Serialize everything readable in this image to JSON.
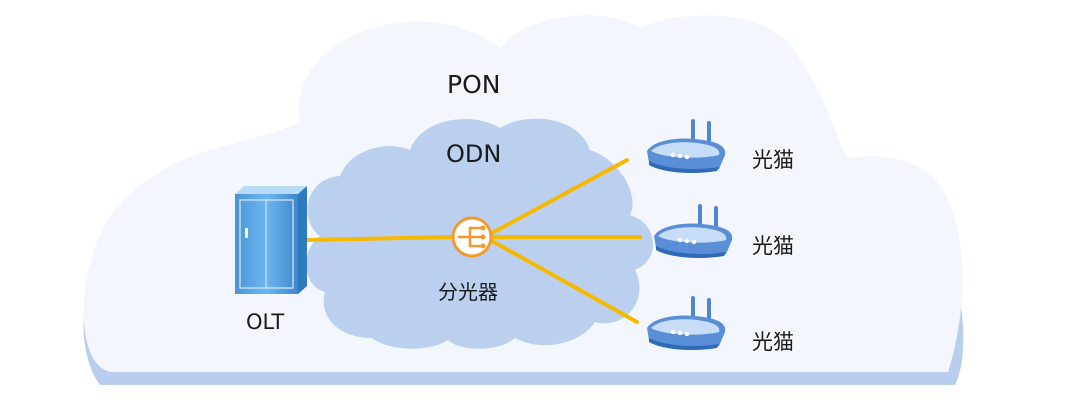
{
  "diagram": {
    "network_label": "PON",
    "distribution_label": "ODN",
    "olt_label": "OLT",
    "splitter_label": "分光器",
    "modems": [
      {
        "label": "光猫"
      },
      {
        "label": "光猫"
      },
      {
        "label": "光猫"
      }
    ]
  },
  "colors": {
    "outer_cloud": "#f3f7fd",
    "outer_cloud_shadow": "#b7cbee",
    "inner_cloud": "#b8cfee",
    "fiber_line": "#f7b800",
    "olt_body": "#5aa6e6",
    "modem_body": "#6a9ee0",
    "splitter": "#f29a2e"
  },
  "icons": {
    "olt": "server-rack-icon",
    "splitter": "optical-splitter-icon",
    "modem": "router-with-antennas-icon"
  }
}
